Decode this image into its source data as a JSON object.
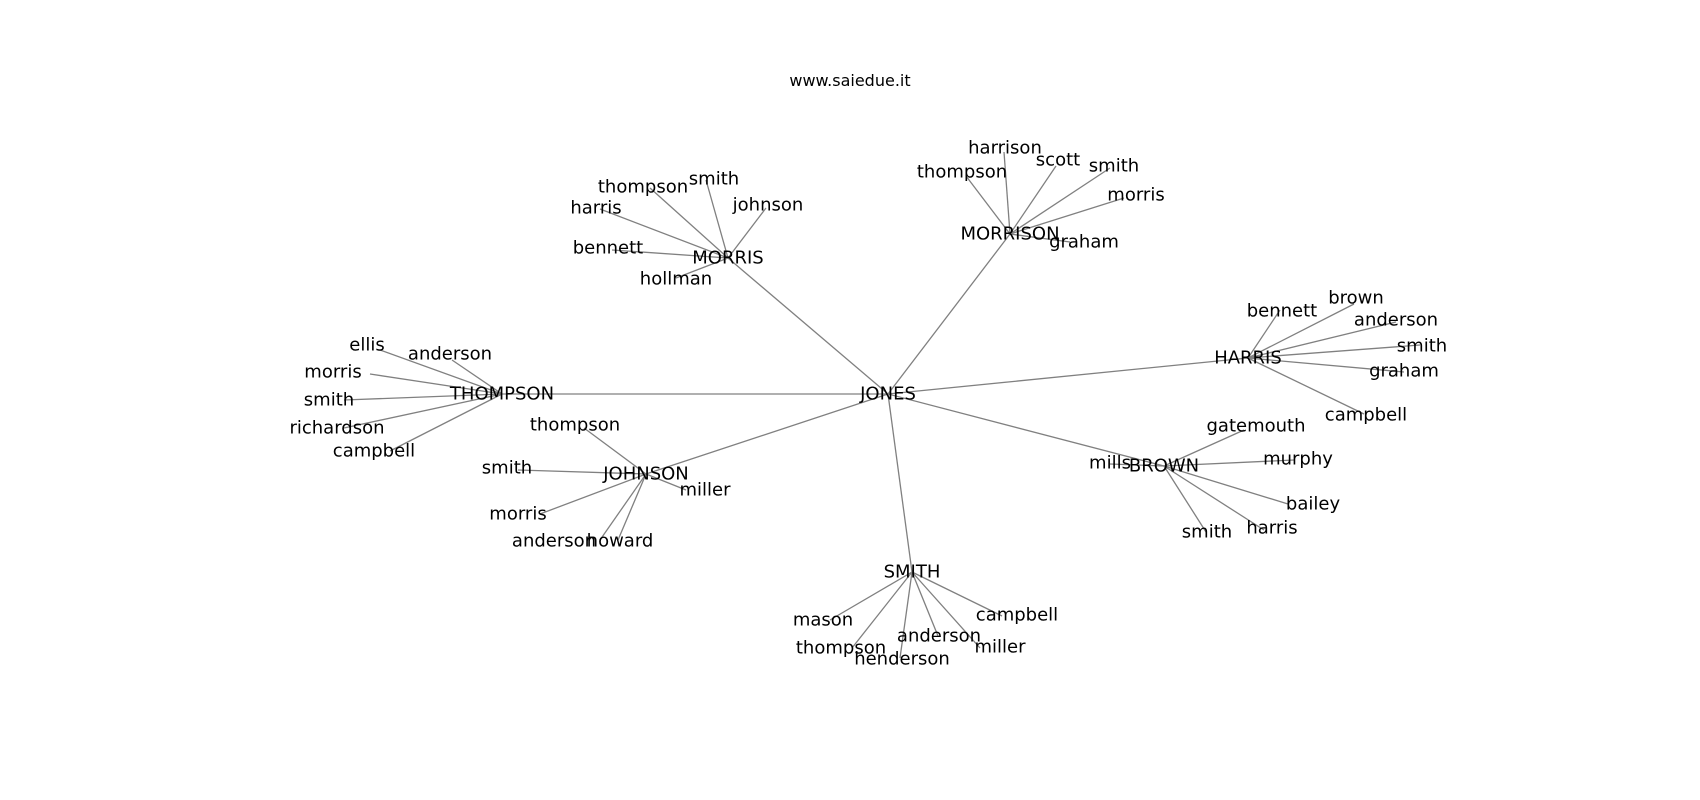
{
  "title": "www.saiedue.it",
  "colors": {
    "edge": "#808080",
    "label": "#000000",
    "background": "#ffffff"
  },
  "graph": {
    "root": "JONES",
    "clusters": [
      {
        "name": "MORRIS",
        "members": [
          "thompson",
          "smith",
          "johnson",
          "harris",
          "bennett",
          "hollman"
        ]
      },
      {
        "name": "MORRISON",
        "members": [
          "harrison",
          "thompson",
          "scott",
          "smith",
          "morris",
          "graham"
        ]
      },
      {
        "name": "HARRIS",
        "members": [
          "bennett",
          "brown",
          "anderson",
          "smith",
          "graham",
          "campbell"
        ]
      },
      {
        "name": "THOMPSON",
        "members": [
          "ellis",
          "anderson",
          "morris",
          "smith",
          "richardson",
          "campbell"
        ]
      },
      {
        "name": "JOHNSON",
        "members": [
          "thompson",
          "smith",
          "miller",
          "morris",
          "anderson",
          "howard"
        ]
      },
      {
        "name": "BROWN",
        "members": [
          "gatemouth",
          "mills",
          "murphy",
          "bailey",
          "harris",
          "smith"
        ]
      },
      {
        "name": "SMITH",
        "members": [
          "mason",
          "campbell",
          "anderson",
          "thompson",
          "henderson",
          "miller"
        ]
      }
    ]
  }
}
